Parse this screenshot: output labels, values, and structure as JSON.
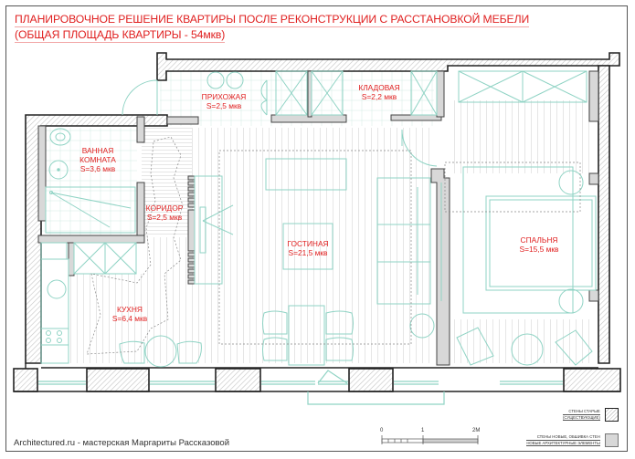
{
  "title": {
    "line1": "ПЛАНИРОВОЧНОЕ РЕШЕНИЕ КВАРТИРЫ ПОСЛЕ РЕКОНСТРУКЦИИ С РАССТАНОВКОЙ МЕБЕЛИ",
    "line2": "(ОБЩАЯ ПЛОЩАДЬ КВАРТИРЫ - 54мкв)"
  },
  "rooms": [
    {
      "id": "hallway",
      "name": "ПРИХОЖАЯ",
      "area": "S=2,5 мкв"
    },
    {
      "id": "storage",
      "name": "КЛАДОВАЯ",
      "area": "S=2,2 мкв"
    },
    {
      "id": "bathroom",
      "name_line1": "ВАННАЯ",
      "name_line2": "КОМНАТА",
      "area": "S=3,6 мкв"
    },
    {
      "id": "corridor",
      "name": "КОРИДОР",
      "area": "S=2,5 мкв"
    },
    {
      "id": "living",
      "name": "ГОСТИНАЯ",
      "area": "S=21,5 мкв"
    },
    {
      "id": "bedroom",
      "name": "СПАЛЬНЯ",
      "area": "S=15,5 мкв"
    },
    {
      "id": "kitchen",
      "name": "КУХНЯ",
      "area": "S=6,4 мкв"
    }
  ],
  "scale": {
    "ticks": [
      "0",
      "1",
      "2М"
    ]
  },
  "legend": [
    {
      "id": "old-walls",
      "line1": "СТЕНЫ СТАРЫЕ",
      "line2": "(СУЩЕСТВУЮЩИЕ)"
    },
    {
      "id": "new-walls",
      "line1": "СТЕНЫ НОВЫЕ, ОБШИВКА СТЕН",
      "line2": "НОВЫЕ АРХИТЕКТУРНЫЕ ЭЛЕМЕНТЫ"
    }
  ],
  "footer": {
    "credit": "Architectured.ru - мастерская Маргариты Рассказовой"
  },
  "colors": {
    "label_red": "#e02020",
    "furniture_teal": "#8fd3c4",
    "wall_outline": "#222222",
    "new_wall_fill": "#d8d8d8"
  }
}
